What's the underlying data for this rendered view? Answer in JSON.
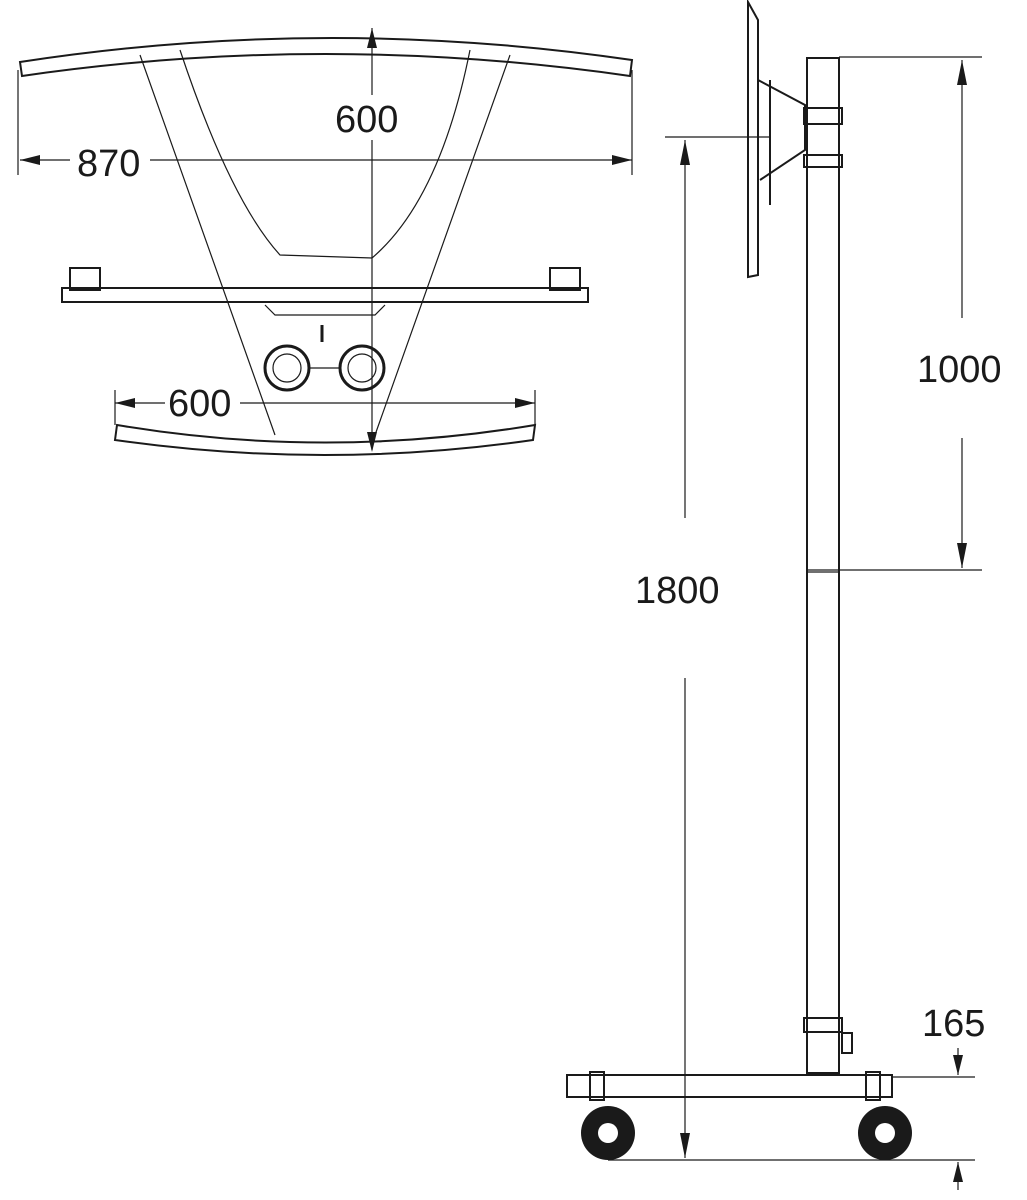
{
  "title": "Mobile TV stand dimension drawing",
  "dimensions": {
    "top_width": "870",
    "top_depth": "600",
    "base_width": "600",
    "total_height": "1800",
    "pole_section": "1000",
    "base_height": "165"
  },
  "colors": {
    "line": "#1a1a1a",
    "background": "#ffffff"
  }
}
